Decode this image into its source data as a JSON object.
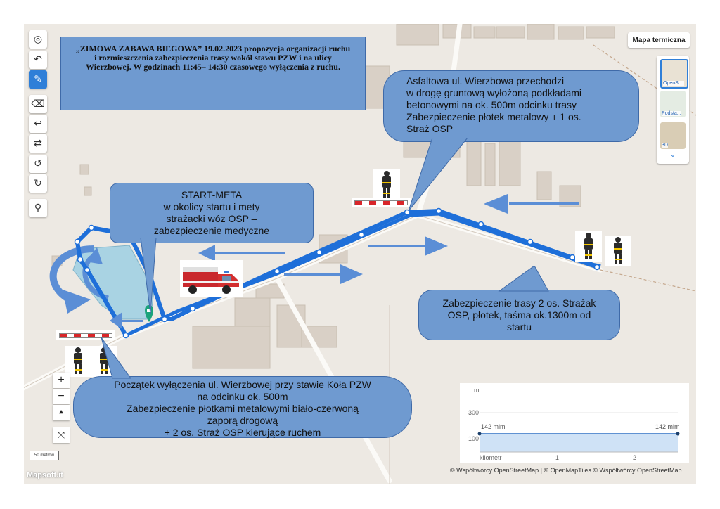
{
  "title_box": {
    "text": "„ZIMOWA ZABAWA BIEGOWA” 19.02.2023  propozycja organizacji ruchu i rozmieszczenia zabezpieczenia trasy wokół stawu PZW i na ulicy Wierzbowej. W godzinach 11:45– 14:30 czasowego wyłączenia z ruchu."
  },
  "callouts": {
    "start_meta": "START-META\nw okolicy startu i mety\nstrażacki wóz OSP  –\nzabezpieczenie medyczne",
    "asfaltowa": "Asfaltowa ul. Wierzbowa  przechodzi\nw drogę gruntową wyłożoną podkładami\nbetonowymi na ok. 500m odcinku trasy\nZabezpieczenie płotek metalowy + 1 os.\nStraż OSP",
    "zabezpieczenie_trasy": "Zabezpieczenie trasy 2 os. Strażak\nOSP, płotek, taśma ok.1300m od\nstartu",
    "poczatek": "Początek wyłączenia ul. Wierzbowej przy stawie Koła PZW\nna  odcinku ok. 500m\nZabezpieczenie płotkami metalowymi biało-czerwoną\nzaporą drogową\n+ 2 os. Straż OSP kierujące ruchem"
  },
  "map_controls": {
    "thermal_map_label": "Mapa termiczna",
    "layers": [
      "OpenSt...",
      "Podsta...",
      "3D"
    ],
    "zoom_in": "+",
    "zoom_out": "−",
    "scale_label": "50 metrów",
    "logo": "Mapsoft.it"
  },
  "tools": [
    {
      "name": "locate-icon",
      "glyph": "◎"
    },
    {
      "name": "magnet-icon",
      "glyph": "↶"
    },
    {
      "name": "pencil-icon",
      "glyph": "✎"
    },
    {
      "name": "eraser-icon",
      "glyph": "⌫"
    },
    {
      "name": "return-icon",
      "glyph": "↩"
    },
    {
      "name": "reverse-icon",
      "glyph": "⇄"
    },
    {
      "name": "undo-icon",
      "glyph": "↺"
    },
    {
      "name": "redo-icon",
      "glyph": "↻"
    },
    {
      "name": "add-poi-icon",
      "glyph": "⚲"
    }
  ],
  "elevation": {
    "unit_label": "m",
    "y_ticks": [
      "300",
      "100"
    ],
    "x_label": "kilometr",
    "x_ticks": [
      "1",
      "2"
    ],
    "start_label": "142 mlm",
    "end_label": "142 mlm"
  },
  "attribution": "© Współtwórcy OpenStreetMap | © OpenMapTiles © Współtwórcy OpenStreetMap",
  "colors": {
    "route": "#1e6fd9",
    "callout": "#6f9ad0",
    "pond": "#a9d3e3"
  }
}
